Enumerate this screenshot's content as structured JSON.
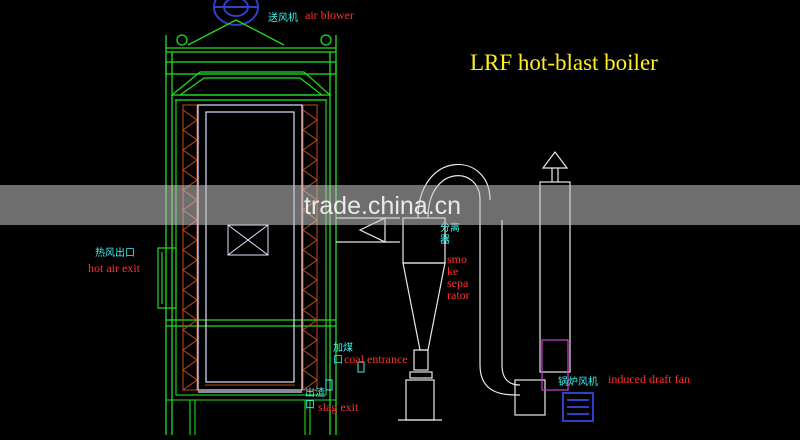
{
  "title": "LRF hot-blast boiler",
  "watermark": "trade.china.cn",
  "labels": {
    "air_blower_cn": "送风机",
    "air_blower_en": "air blower",
    "hot_air_exit_cn": "热风出口",
    "hot_air_exit_en": "hot air exit",
    "separator_cn": [
      "分离",
      "器"
    ],
    "separator_en": [
      "smo",
      "ke",
      "sepa",
      "rator"
    ],
    "coal_entrance_cn": [
      "加煤",
      "口"
    ],
    "coal_entrance_en": "coal entrance",
    "slag_exit_cn": [
      "出渣",
      "口"
    ],
    "slag_exit_en": "slag exit",
    "induced_fan_cn": "锅炉风机",
    "induced_fan_en": "induced draft fan"
  },
  "colors": {
    "frame": "#22dd22",
    "duct": "#e8e8e8",
    "furnace": "#e0e0ff",
    "brick": "#c04a18",
    "fan": "#3040c8",
    "pink": "#d040d0",
    "cn_text": "#39f4f0",
    "en_text": "#ff2f2f",
    "title": "#ffee22"
  }
}
